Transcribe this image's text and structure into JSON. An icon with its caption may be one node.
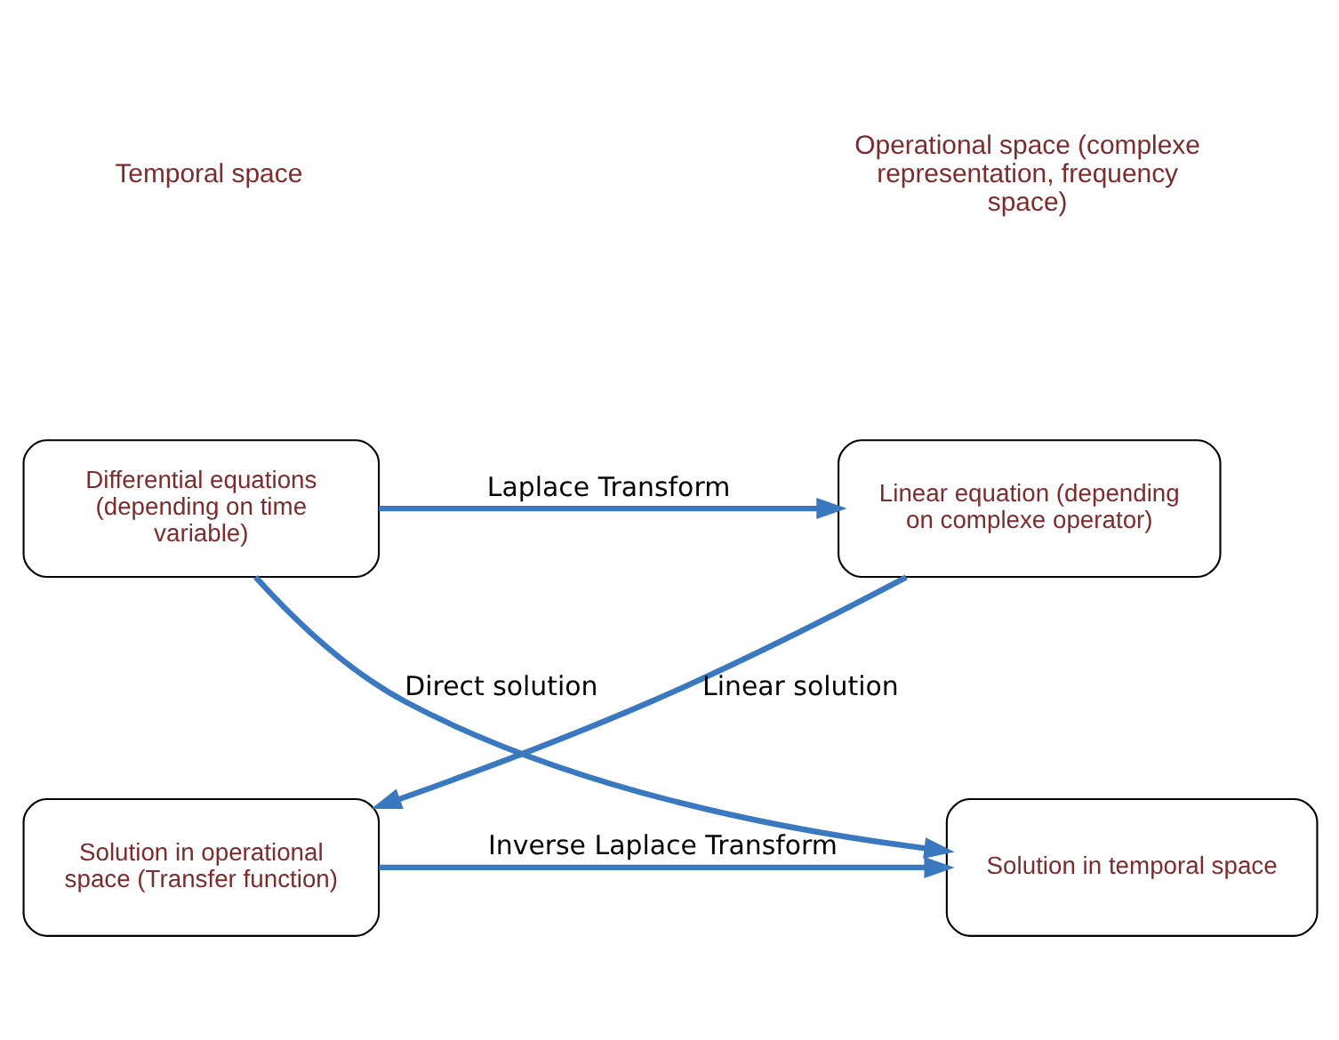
{
  "diagram": {
    "nodes": [
      {
        "text": [
          "Differential equations (depending on time variable)"
        ]
      },
      {
        "text": [
          "Linear equation (depending on complexe operator)"
        ]
      },
      {
        "text": [
          "Solution in temporal space"
        ]
      },
      {
        "text": [
          "Solution in operational space (Transfer function)"
        ]
      }
    ],
    "edges": [
      {
        "from": 0,
        "to": 1,
        "arrow": "to",
        "label": "Laplace Transform"
      },
      {
        "from": 0,
        "to": 2,
        "arrow": "to",
        "label": "Direct solution"
      },
      {
        "from": 1,
        "to": 3,
        "arrow": "to",
        "label": "Linear solution"
      },
      {
        "from": 3,
        "to": 2,
        "arrow": "to",
        "label": "Inverse Laplace Transform"
      }
    ],
    "labels": [
      "Temporal space",
      "Operational space (complexe representation, frequency space)"
    ]
  }
}
